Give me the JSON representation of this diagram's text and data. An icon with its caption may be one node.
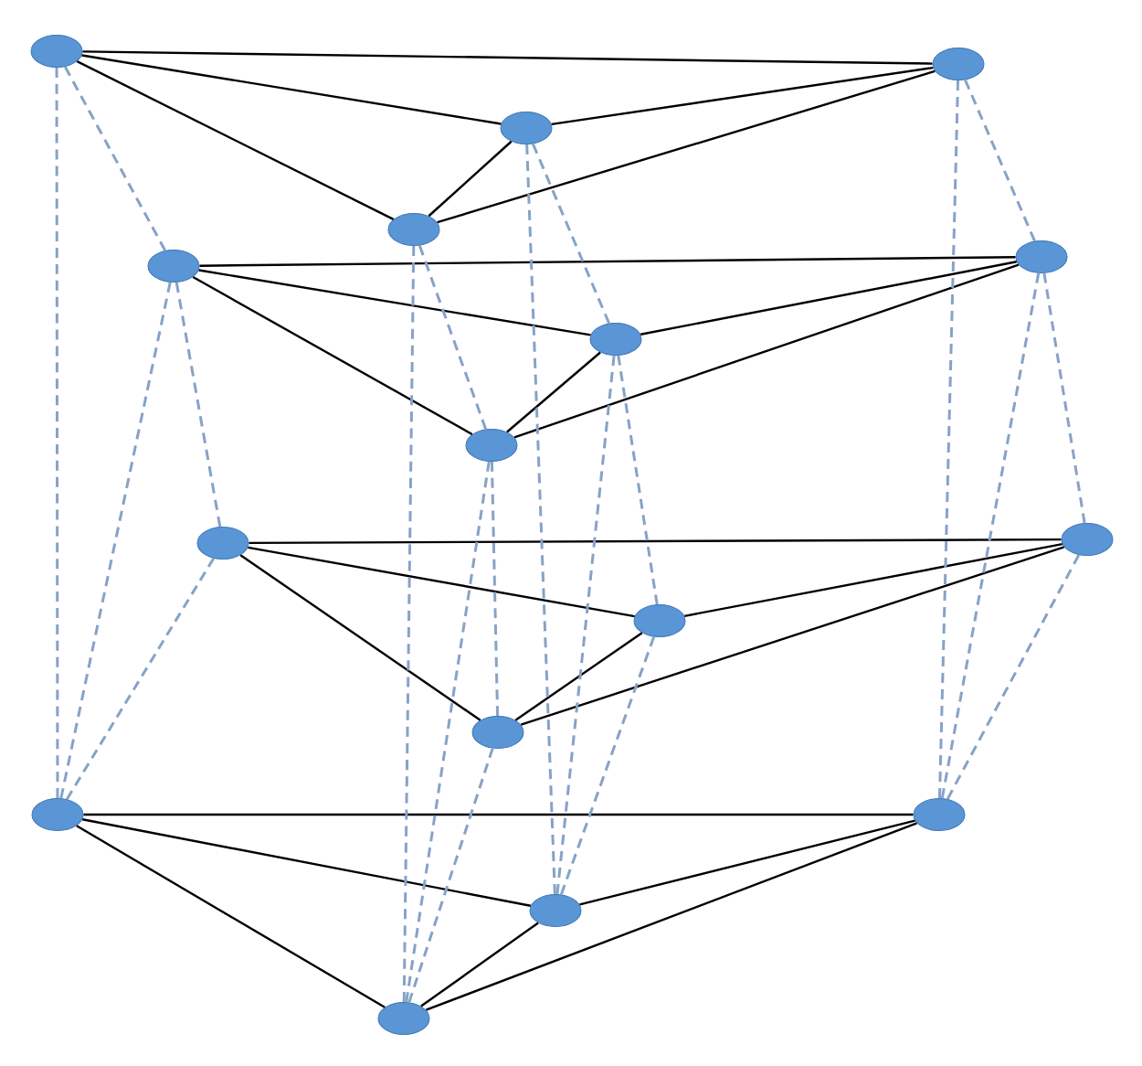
{
  "diagram": {
    "nodes": [
      {
        "text": [],
        "shape": "ellipse"
      },
      {
        "text": [],
        "shape": "ellipse"
      },
      {
        "text": [],
        "shape": "ellipse"
      },
      {
        "text": [],
        "shape": "ellipse"
      },
      {
        "text": [],
        "shape": "ellipse"
      },
      {
        "text": [],
        "shape": "ellipse"
      },
      {
        "text": [],
        "shape": "ellipse"
      },
      {
        "text": [],
        "shape": "ellipse"
      },
      {
        "text": [],
        "shape": "ellipse"
      },
      {
        "text": [],
        "shape": "ellipse"
      },
      {
        "text": [],
        "shape": "ellipse"
      },
      {
        "text": [],
        "shape": "ellipse"
      },
      {
        "text": [],
        "shape": "ellipse"
      },
      {
        "text": [],
        "shape": "ellipse"
      },
      {
        "text": [],
        "shape": "ellipse"
      },
      {
        "text": [],
        "shape": "ellipse"
      }
    ],
    "edges": [
      {
        "from": 0,
        "to": 3,
        "arrow": "none"
      },
      {
        "from": 0,
        "to": 2,
        "arrow": "none"
      },
      {
        "from": 0,
        "to": 1,
        "arrow": "none"
      },
      {
        "from": 1,
        "to": 2,
        "arrow": "none"
      },
      {
        "from": 2,
        "to": 3,
        "arrow": "none"
      },
      {
        "from": 1,
        "to": 3,
        "arrow": "none"
      },
      {
        "from": 4,
        "to": 7,
        "arrow": "none"
      },
      {
        "from": 4,
        "to": 6,
        "arrow": "none"
      },
      {
        "from": 4,
        "to": 5,
        "arrow": "none"
      },
      {
        "from": 5,
        "to": 6,
        "arrow": "none"
      },
      {
        "from": 6,
        "to": 7,
        "arrow": "none"
      },
      {
        "from": 5,
        "to": 7,
        "arrow": "none"
      },
      {
        "from": 8,
        "to": 11,
        "arrow": "none"
      },
      {
        "from": 8,
        "to": 10,
        "arrow": "none"
      },
      {
        "from": 8,
        "to": 9,
        "arrow": "none"
      },
      {
        "from": 9,
        "to": 10,
        "arrow": "none"
      },
      {
        "from": 10,
        "to": 11,
        "arrow": "none"
      },
      {
        "from": 9,
        "to": 11,
        "arrow": "none"
      },
      {
        "from": 12,
        "to": 15,
        "arrow": "none"
      },
      {
        "from": 12,
        "to": 14,
        "arrow": "none"
      },
      {
        "from": 12,
        "to": 13,
        "arrow": "none"
      },
      {
        "from": 13,
        "to": 14,
        "arrow": "none"
      },
      {
        "from": 14,
        "to": 15,
        "arrow": "none"
      },
      {
        "from": 13,
        "to": 15,
        "arrow": "none"
      },
      {
        "from": 0,
        "to": 4,
        "arrow": "none",
        "style": "dashed",
        "color": "#86a3c6"
      },
      {
        "from": 0,
        "to": 12,
        "arrow": "none",
        "style": "dashed",
        "color": "#86a3c6"
      },
      {
        "from": 4,
        "to": 8,
        "arrow": "none",
        "style": "dashed",
        "color": "#86a3c6"
      },
      {
        "from": 4,
        "to": 12,
        "arrow": "none",
        "style": "dashed",
        "color": "#86a3c6"
      },
      {
        "from": 8,
        "to": 12,
        "arrow": "none",
        "style": "dashed",
        "color": "#86a3c6"
      },
      {
        "from": 1,
        "to": 5,
        "arrow": "none",
        "style": "dashed",
        "color": "#86a3c6"
      },
      {
        "from": 1,
        "to": 13,
        "arrow": "none",
        "style": "dashed",
        "color": "#86a3c6"
      },
      {
        "from": 5,
        "to": 9,
        "arrow": "none",
        "style": "dashed",
        "color": "#86a3c6"
      },
      {
        "from": 5,
        "to": 13,
        "arrow": "none",
        "style": "dashed",
        "color": "#86a3c6"
      },
      {
        "from": 9,
        "to": 13,
        "arrow": "none",
        "style": "dashed",
        "color": "#86a3c6"
      },
      {
        "from": 2,
        "to": 6,
        "arrow": "none",
        "style": "dashed",
        "color": "#86a3c6"
      },
      {
        "from": 2,
        "to": 14,
        "arrow": "none",
        "style": "dashed",
        "color": "#86a3c6"
      },
      {
        "from": 6,
        "to": 10,
        "arrow": "none",
        "style": "dashed",
        "color": "#86a3c6"
      },
      {
        "from": 6,
        "to": 14,
        "arrow": "none",
        "style": "dashed",
        "color": "#86a3c6"
      },
      {
        "from": 10,
        "to": 14,
        "arrow": "none",
        "style": "dashed",
        "color": "#86a3c6"
      },
      {
        "from": 3,
        "to": 7,
        "arrow": "none",
        "style": "dashed",
        "color": "#86a3c6"
      },
      {
        "from": 3,
        "to": 15,
        "arrow": "none",
        "style": "dashed",
        "color": "#86a3c6"
      },
      {
        "from": 7,
        "to": 11,
        "arrow": "none",
        "style": "dashed",
        "color": "#86a3c6"
      },
      {
        "from": 7,
        "to": 15,
        "arrow": "none",
        "style": "dashed",
        "color": "#86a3c6"
      },
      {
        "from": 11,
        "to": 15,
        "arrow": "none",
        "style": "dashed",
        "color": "#86a3c6"
      }
    ]
  }
}
